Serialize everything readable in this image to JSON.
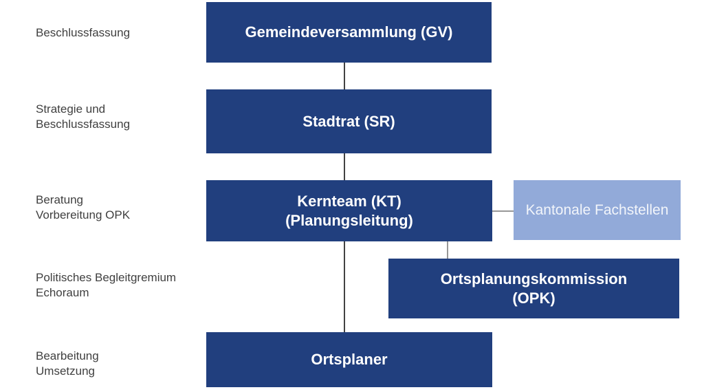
{
  "palette": {
    "box_dark_blue": "#213F7E",
    "box_light_blue": "#92AAD9",
    "label_text": "#3F3F3F",
    "box_text": "#FFFFFF",
    "light_box_text": "#F2F5FA",
    "line_dark": "#414141",
    "line_gray": "#979797",
    "background": "#FFFFFF"
  },
  "row_labels": [
    {
      "id": "beschlussfassung",
      "lines": [
        "Beschlussfassung"
      ]
    },
    {
      "id": "strategie",
      "lines": [
        "Strategie und",
        "Beschlussfassung"
      ]
    },
    {
      "id": "beratung",
      "lines": [
        "Beratung",
        "Vorbereitung OPK"
      ]
    },
    {
      "id": "politisches",
      "lines": [
        "Politisches Begleitgremium",
        "Echoraum"
      ]
    },
    {
      "id": "bearbeitung",
      "lines": [
        "Bearbeitung",
        "Umsetzung"
      ]
    }
  ],
  "nodes": [
    {
      "id": "gv",
      "style": "dark",
      "lines": [
        "Gemeindeversammlung (GV)"
      ]
    },
    {
      "id": "sr",
      "style": "dark",
      "lines": [
        "Stadtrat (SR)"
      ]
    },
    {
      "id": "kt",
      "style": "dark",
      "lines": [
        "Kernteam (KT)",
        "(Planungsleitung)"
      ]
    },
    {
      "id": "fachstellen",
      "style": "light",
      "lines": [
        "Kantonale Fachstellen"
      ]
    },
    {
      "id": "opk",
      "style": "dark",
      "lines": [
        "Ortsplanungskommission",
        "(OPK)"
      ]
    },
    {
      "id": "ortsplaner",
      "style": "dark",
      "lines": [
        "Ortsplaner"
      ]
    }
  ],
  "edges": [
    {
      "from": "Gemeindeversammlung (GV)",
      "to": "Stadtrat (SR)",
      "style": "dark"
    },
    {
      "from": "Stadtrat (SR)",
      "to": "Kernteam (KT)",
      "style": "dark"
    },
    {
      "from": "Kernteam (KT)",
      "to": "Ortsplaner",
      "style": "dark"
    },
    {
      "from": "Kernteam (KT)",
      "to": "Ortsplanungskommission (OPK)",
      "style": "gray"
    },
    {
      "from": "Kernteam (KT)",
      "to": "Kantonale Fachstellen",
      "style": "gray"
    }
  ]
}
